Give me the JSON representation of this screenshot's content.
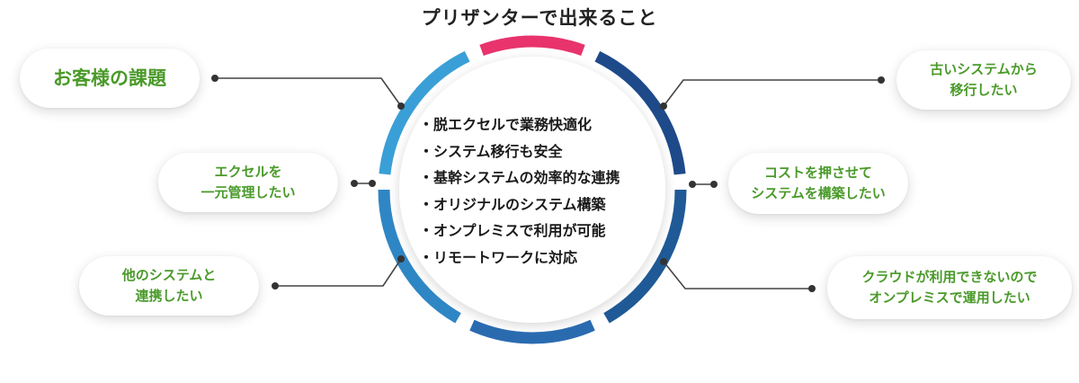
{
  "title": "プリザンターで出来ること",
  "left_pills": [
    {
      "lines": [
        "お客様の課題"
      ]
    },
    {
      "lines": [
        "エクセルを",
        "一元管理したい"
      ]
    },
    {
      "lines": [
        "他のシステムと",
        "連携したい"
      ]
    }
  ],
  "right_pills": [
    {
      "lines": [
        "古いシステムから",
        "移行したい"
      ]
    },
    {
      "lines": [
        "コストを押させて",
        "システムを構築したい"
      ]
    },
    {
      "lines": [
        "クラウドが利用できないので",
        "オンプレミスで運用したい"
      ]
    }
  ],
  "features": [
    "脱エクセルで業務快適化",
    "システム移行も安全",
    "基幹システムの効率的な連携",
    "オリジナルのシステム構築",
    "オンプレミスで利用が可能",
    "リモートワークに対応"
  ],
  "colors": {
    "pill_text": "#4a9a2a",
    "ring_top": "#e8336d",
    "ring_right_top": "#1e4a8a",
    "ring_right": "#1f5a96",
    "ring_bottom": "#2a6bb0",
    "ring_left_bottom": "#2f86c4",
    "ring_left": "#3a9fd6",
    "connector": "#444444"
  }
}
